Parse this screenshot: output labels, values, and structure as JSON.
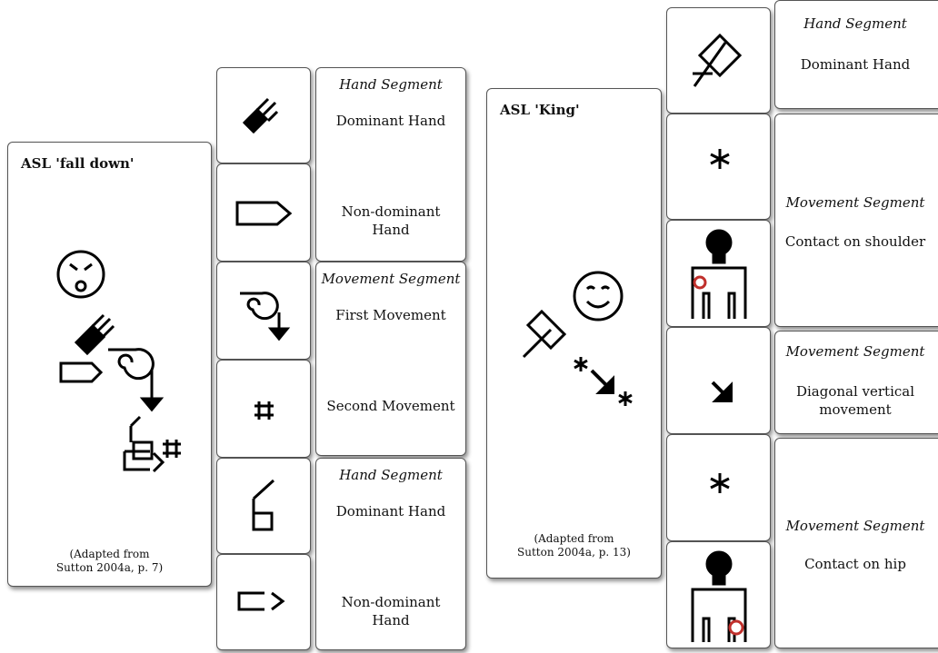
{
  "fall_down": {
    "title": "ASL 'fall down'",
    "credit_line1": "(Adapted from",
    "credit_line2": "Sutton 2004a, p. 7)",
    "segments": [
      {
        "heading": "Hand Segment",
        "row1": "Dominant Hand",
        "row2_line1": "Non-dominant",
        "row2_line2": "Hand"
      },
      {
        "heading": "Movement Segment",
        "row1": "First Movement",
        "row2": "Second Movement"
      },
      {
        "heading": "Hand Segment",
        "row1": "Dominant Hand",
        "row2_line1": "Non-dominant",
        "row2_line2": "Hand"
      }
    ]
  },
  "king": {
    "title": "ASL 'King'",
    "credit_line1": "(Adapted from",
    "credit_line2": "Sutton 2004a, p. 13)",
    "segments": [
      {
        "heading": "Hand Segment",
        "row1": "Dominant Hand"
      },
      {
        "heading": "Movement Segment",
        "row1": "Contact on shoulder"
      },
      {
        "heading": "Movement Segment",
        "row1_line1": "Diagonal vertical",
        "row1_line2": "movement"
      },
      {
        "heading": "Movement Segment",
        "row1": "Contact on hip"
      }
    ]
  }
}
